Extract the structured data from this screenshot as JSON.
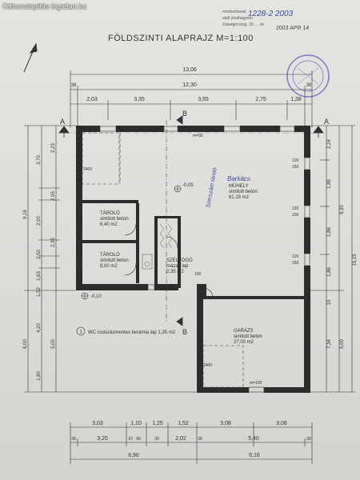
{
  "watermark": "Otthonalapítás ingatlan.hu",
  "title": "FÖLDSZINTI  ALAPRAJZ  M=1:100",
  "stamp": {
    "number": "1228-2  2003",
    "date": "2003 APR 14",
    "lines": [
      "módosítással",
      "alatt jóváhagyom",
      "Zalaegerszeg, 20......év"
    ]
  },
  "colors": {
    "line": "#333333",
    "ink": "#3b4a9a",
    "seal": "#7a78c8"
  },
  "dimensions": {
    "top_total": "13,06",
    "top_inner": "12,30",
    "top_38_left": "38",
    "top_38_right": "38",
    "top_parts": [
      "2,03",
      "3,35",
      "3,55",
      "2,75",
      "1,38"
    ],
    "bottom_row1": [
      "3,03",
      "1,10",
      "1,25",
      "1,52",
      "3,08",
      "3,08"
    ],
    "bottom_row2": [
      "38",
      "3,20",
      "10",
      "90",
      "30",
      "2,02",
      "38",
      "5,40",
      "38"
    ],
    "bottom_row3": [
      "6,90",
      "6,16"
    ],
    "left_outer": [
      "9,16",
      "6,00"
    ],
    "left_mid": [
      "3,70",
      "2,00",
      "2,50",
      "1,63",
      "1,52",
      "4,20",
      "1,80"
    ],
    "left_inner": [
      "2,23",
      "2,95",
      "2,35",
      "5,00"
    ],
    "right_outer": "15,15",
    "right_mid": [
      "9,30",
      "5,00"
    ],
    "right_inner": [
      "2,24",
      "1,86",
      "1,86",
      "1,86",
      "10",
      "7,34"
    ],
    "openings": [
      "120",
      "150",
      "120",
      "150",
      "120",
      "150",
      "100",
      "2400",
      "2400"
    ],
    "door_m90": "m=90",
    "door_m100": "m=100"
  },
  "rooms": [
    {
      "id": "taroló1",
      "name": "TÁROLÓ",
      "floor": "simitott beton",
      "area": "6,40 m2"
    },
    {
      "id": "taroló2",
      "name": "TÁROLÓ",
      "floor": "simitott beton",
      "area": "8,00 m2"
    },
    {
      "id": "szelfogo",
      "name": "SZÉLFOGÓ",
      "floor": "mázas lap",
      "area": "2,35 m2"
    },
    {
      "id": "muhely",
      "name": "MŰHELY",
      "floor": "simitott beton",
      "area": "81,15 m2"
    },
    {
      "id": "garazs",
      "name": "GARÁZS",
      "floor": "simitott beton",
      "area": "27,00 m2"
    }
  ],
  "handwritten": {
    "barkacs": "Barkács",
    "szerszam": "Szerszám tároló"
  },
  "levels": [
    "-0,05",
    "-0,10"
  ],
  "wc_note": {
    "number": "1",
    "text": "WC csúszásmentes kerámia lap    1,35 m2"
  },
  "section_marks": [
    "A",
    "A",
    "B",
    "B"
  ]
}
